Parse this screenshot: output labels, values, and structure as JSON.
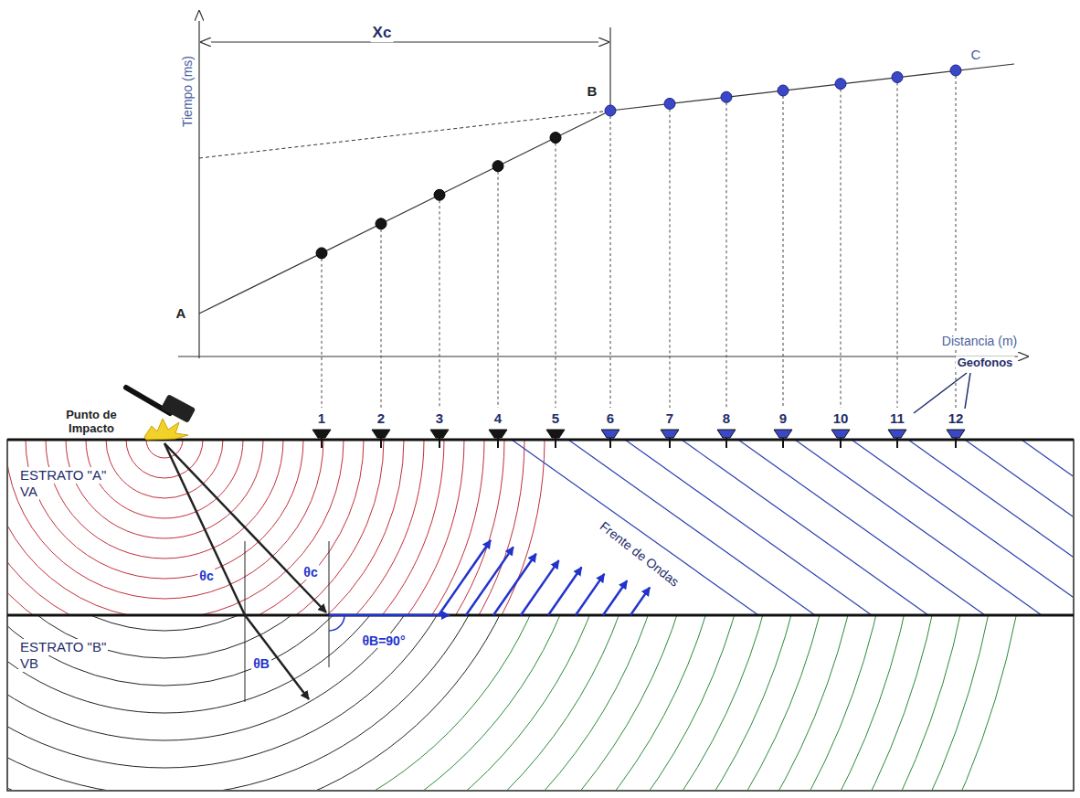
{
  "diagram": {
    "nodes": [
      {
        "text": [
          "ESTRATO \"A\"",
          "VA"
        ]
      },
      {
        "text": [
          "ESTRATO \"B\"",
          "VB"
        ]
      }
    ],
    "labels": [
      "Xc",
      "Tiempo (ms)",
      "A",
      "B",
      "C",
      "Distancia (m)",
      "Geofonos",
      "Punto de Impacto",
      "1",
      "2",
      "3",
      "4",
      "5",
      "6",
      "7",
      "8",
      "9",
      "10",
      "11",
      "12",
      "Frente de Ondas",
      "θc",
      "θc",
      "θB",
      "θB=90°"
    ]
  }
}
